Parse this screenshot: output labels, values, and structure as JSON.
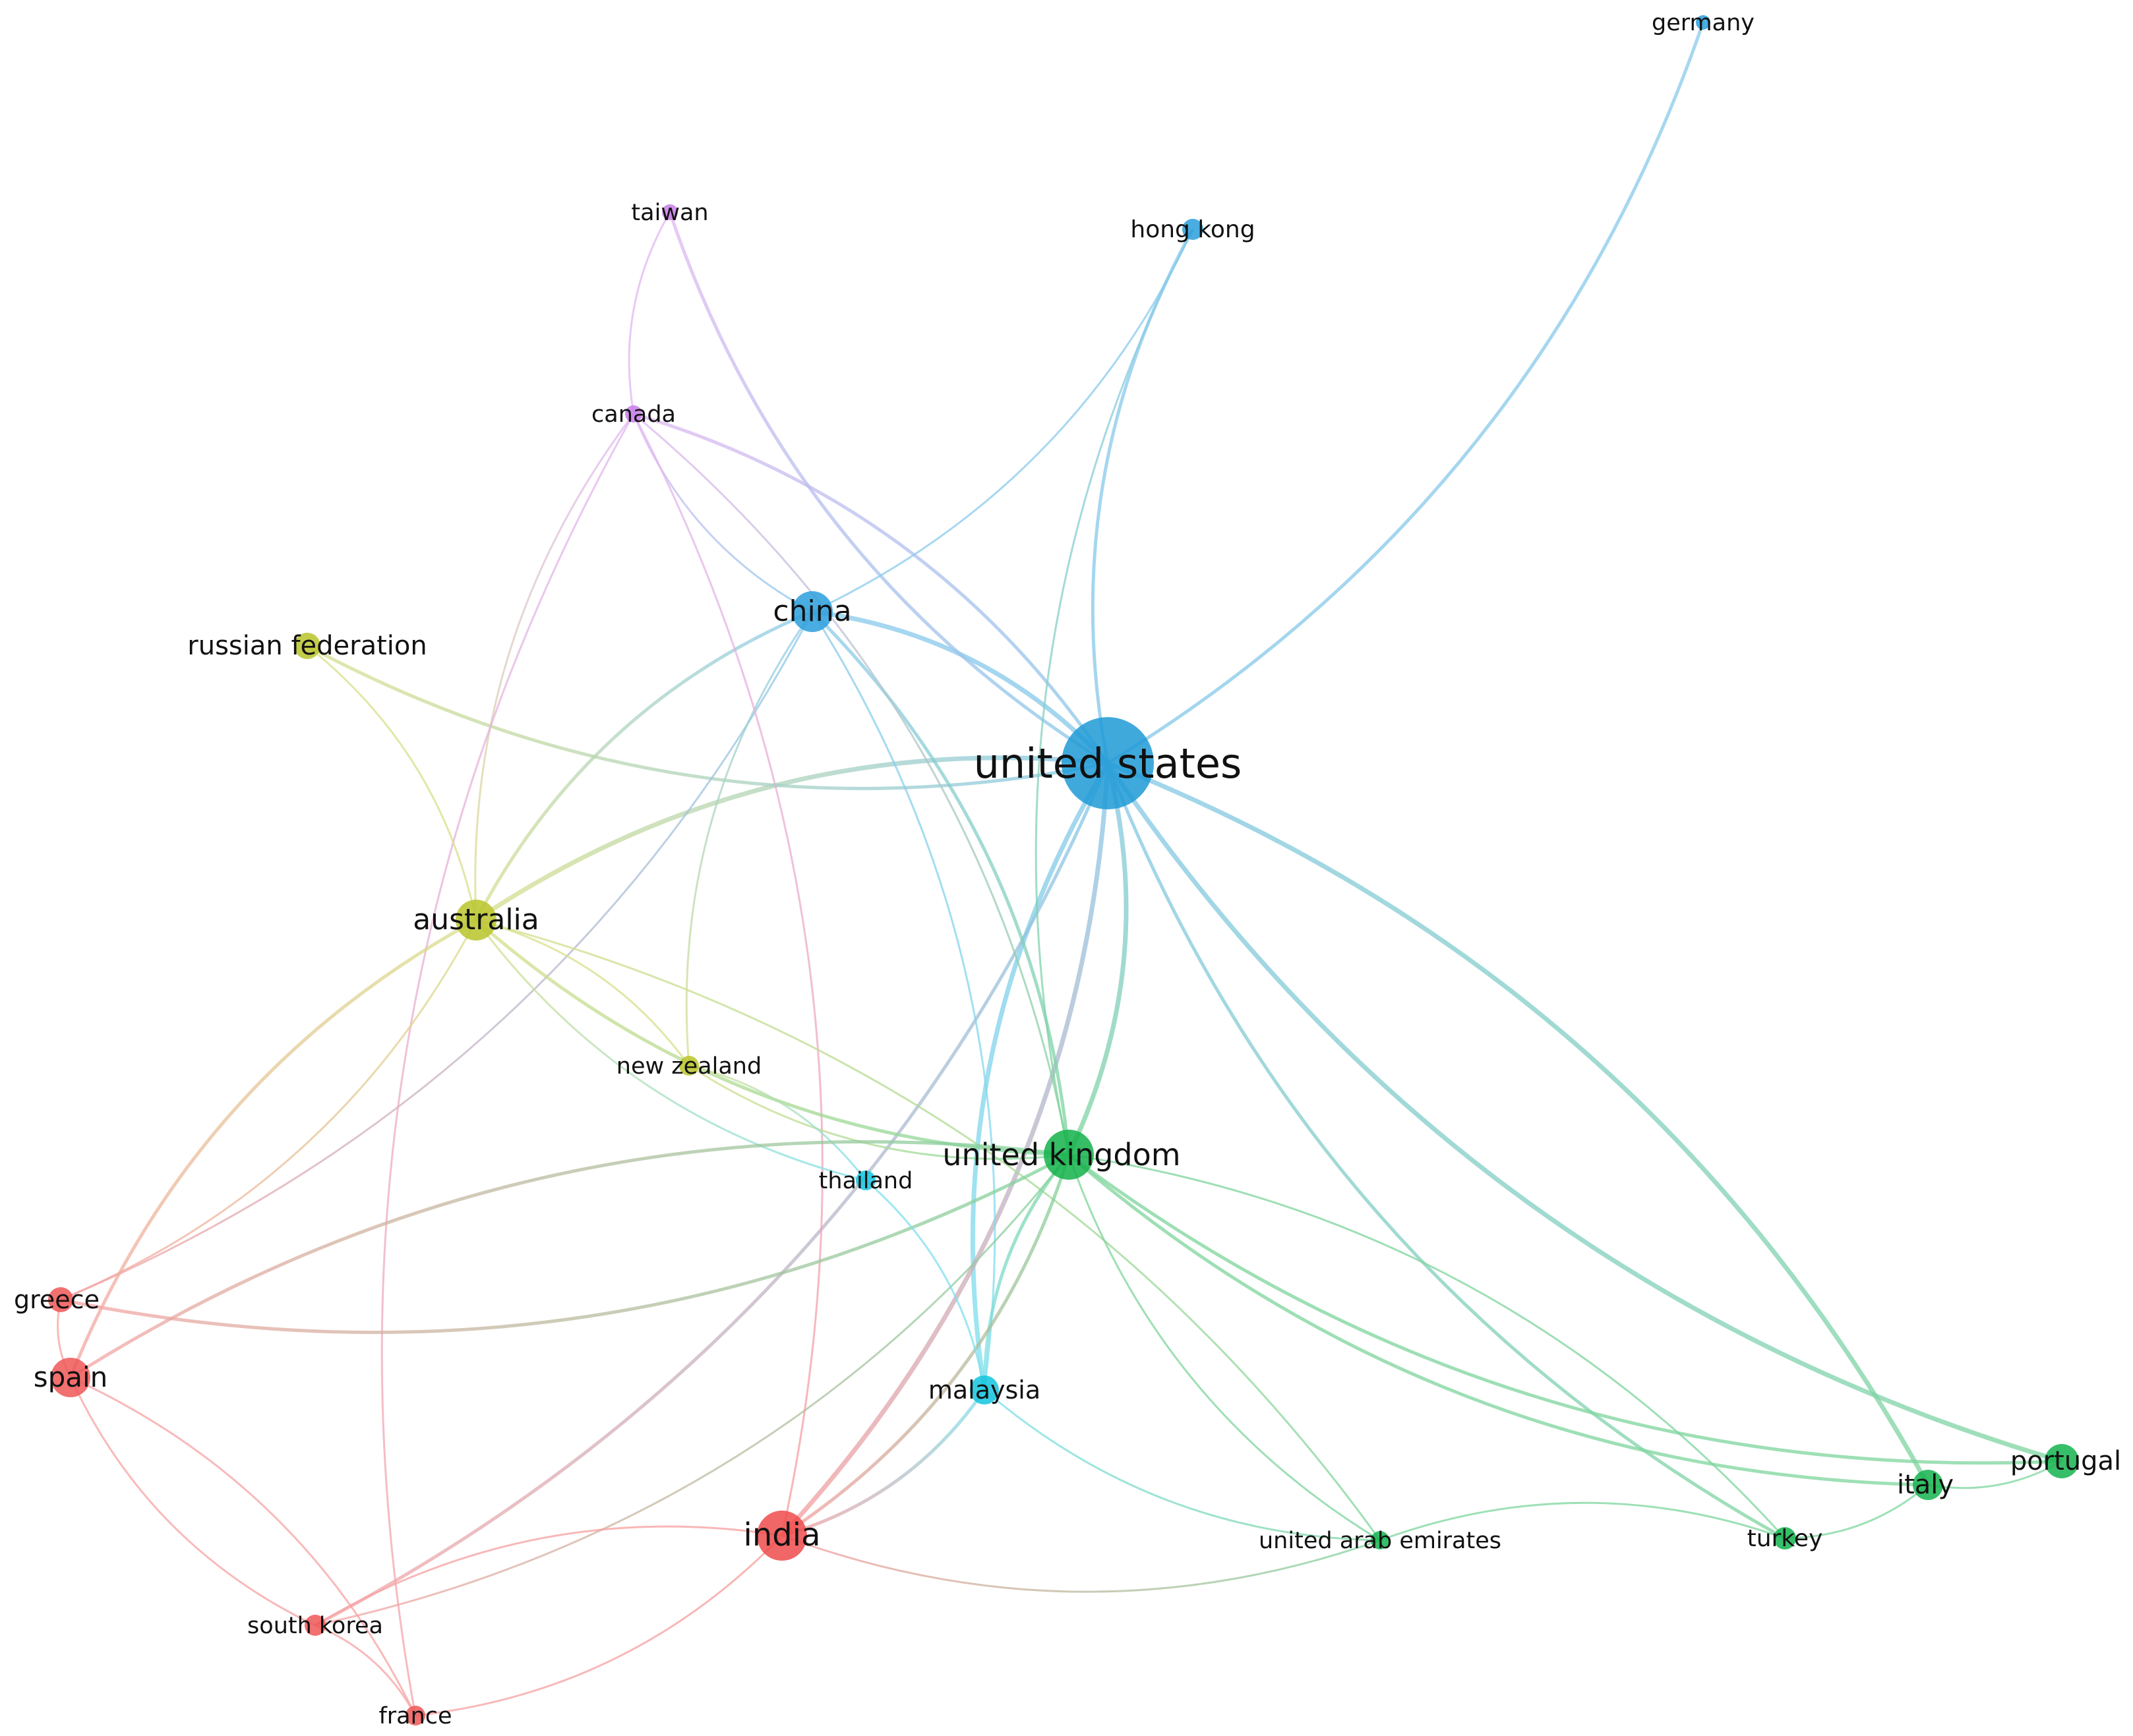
{
  "nodes": [
    {
      "id": "united-states",
      "label": "united states",
      "color": "#1f9ad6"
    },
    {
      "id": "united-kingdom",
      "label": "united kingdom",
      "color": "#13b14a"
    },
    {
      "id": "india",
      "label": "india",
      "color": "#ef4b4b"
    },
    {
      "id": "china",
      "label": "china",
      "color": "#2a9fdc"
    },
    {
      "id": "australia",
      "label": "australia",
      "color": "#b8c42a"
    },
    {
      "id": "spain",
      "label": "spain",
      "color": "#ef5757"
    },
    {
      "id": "portugal",
      "label": "portugal",
      "color": "#14b34d"
    },
    {
      "id": "italy",
      "label": "italy",
      "color": "#14b34d"
    },
    {
      "id": "malaysia",
      "label": "malaysia",
      "color": "#12c4de"
    },
    {
      "id": "greece",
      "label": "greece",
      "color": "#ef5757"
    },
    {
      "id": "russian-federation",
      "label": "russian federation",
      "color": "#b8c42a"
    },
    {
      "id": "hong-kong",
      "label": "hong kong",
      "color": "#2a9fdc"
    },
    {
      "id": "turkey",
      "label": "turkey",
      "color": "#14b34d"
    },
    {
      "id": "south-korea",
      "label": "south korea",
      "color": "#ef5757"
    },
    {
      "id": "france",
      "label": "france",
      "color": "#ef5757"
    },
    {
      "id": "thailand",
      "label": "thailand",
      "color": "#12c4de"
    },
    {
      "id": "united-arab-emirates",
      "label": "united arab emirates",
      "color": "#14b34d"
    },
    {
      "id": "new-zealand",
      "label": "new zealand",
      "color": "#b8c42a"
    },
    {
      "id": "canada",
      "label": "canada",
      "color": "#c77ce8"
    },
    {
      "id": "taiwan",
      "label": "taiwan",
      "color": "#c77ce8"
    },
    {
      "id": "germany",
      "label": "germany",
      "color": "#2a9fdc"
    }
  ],
  "edges": [
    [
      "united-states",
      "china"
    ],
    [
      "united-states",
      "hong-kong"
    ],
    [
      "united-states",
      "germany"
    ],
    [
      "united-states",
      "united-kingdom"
    ],
    [
      "united-states",
      "australia"
    ],
    [
      "united-states",
      "russian-federation"
    ],
    [
      "united-states",
      "canada"
    ],
    [
      "united-states",
      "taiwan"
    ],
    [
      "united-states",
      "malaysia"
    ],
    [
      "united-states",
      "india"
    ],
    [
      "united-states",
      "portugal"
    ],
    [
      "united-states",
      "italy"
    ],
    [
      "united-states",
      "turkey"
    ],
    [
      "united-states",
      "south-korea"
    ],
    [
      "china",
      "hong-kong"
    ],
    [
      "china",
      "united-kingdom"
    ],
    [
      "china",
      "australia"
    ],
    [
      "china",
      "greece"
    ],
    [
      "china",
      "new-zealand"
    ],
    [
      "china",
      "malaysia"
    ],
    [
      "hong-kong",
      "united-kingdom"
    ],
    [
      "canada",
      "taiwan"
    ],
    [
      "canada",
      "china"
    ],
    [
      "canada",
      "united-kingdom"
    ],
    [
      "canada",
      "australia"
    ],
    [
      "canada",
      "india"
    ],
    [
      "canada",
      "france"
    ],
    [
      "russian-federation",
      "australia"
    ],
    [
      "australia",
      "united-kingdom"
    ],
    [
      "australia",
      "new-zealand"
    ],
    [
      "australia",
      "thailand"
    ],
    [
      "australia",
      "greece"
    ],
    [
      "australia",
      "spain"
    ],
    [
      "australia",
      "united-arab-emirates"
    ],
    [
      "new-zealand",
      "united-kingdom"
    ],
    [
      "new-zealand",
      "thailand"
    ],
    [
      "united-kingdom",
      "malaysia"
    ],
    [
      "united-kingdom",
      "india"
    ],
    [
      "united-kingdom",
      "spain"
    ],
    [
      "united-kingdom",
      "greece"
    ],
    [
      "united-kingdom",
      "italy"
    ],
    [
      "united-kingdom",
      "turkey"
    ],
    [
      "united-kingdom",
      "united-arab-emirates"
    ],
    [
      "united-kingdom",
      "south-korea"
    ],
    [
      "united-kingdom",
      "portugal"
    ],
    [
      "thailand",
      "malaysia"
    ],
    [
      "malaysia",
      "united-arab-emirates"
    ],
    [
      "malaysia",
      "india"
    ],
    [
      "india",
      "south-korea"
    ],
    [
      "india",
      "france"
    ],
    [
      "india",
      "united-arab-emirates"
    ],
    [
      "spain",
      "greece"
    ],
    [
      "spain",
      "south-korea"
    ],
    [
      "south-korea",
      "france"
    ],
    [
      "italy",
      "portugal"
    ],
    [
      "italy",
      "turkey"
    ],
    [
      "turkey",
      "united-arab-emirates"
    ],
    [
      "spain",
      "france"
    ]
  ]
}
